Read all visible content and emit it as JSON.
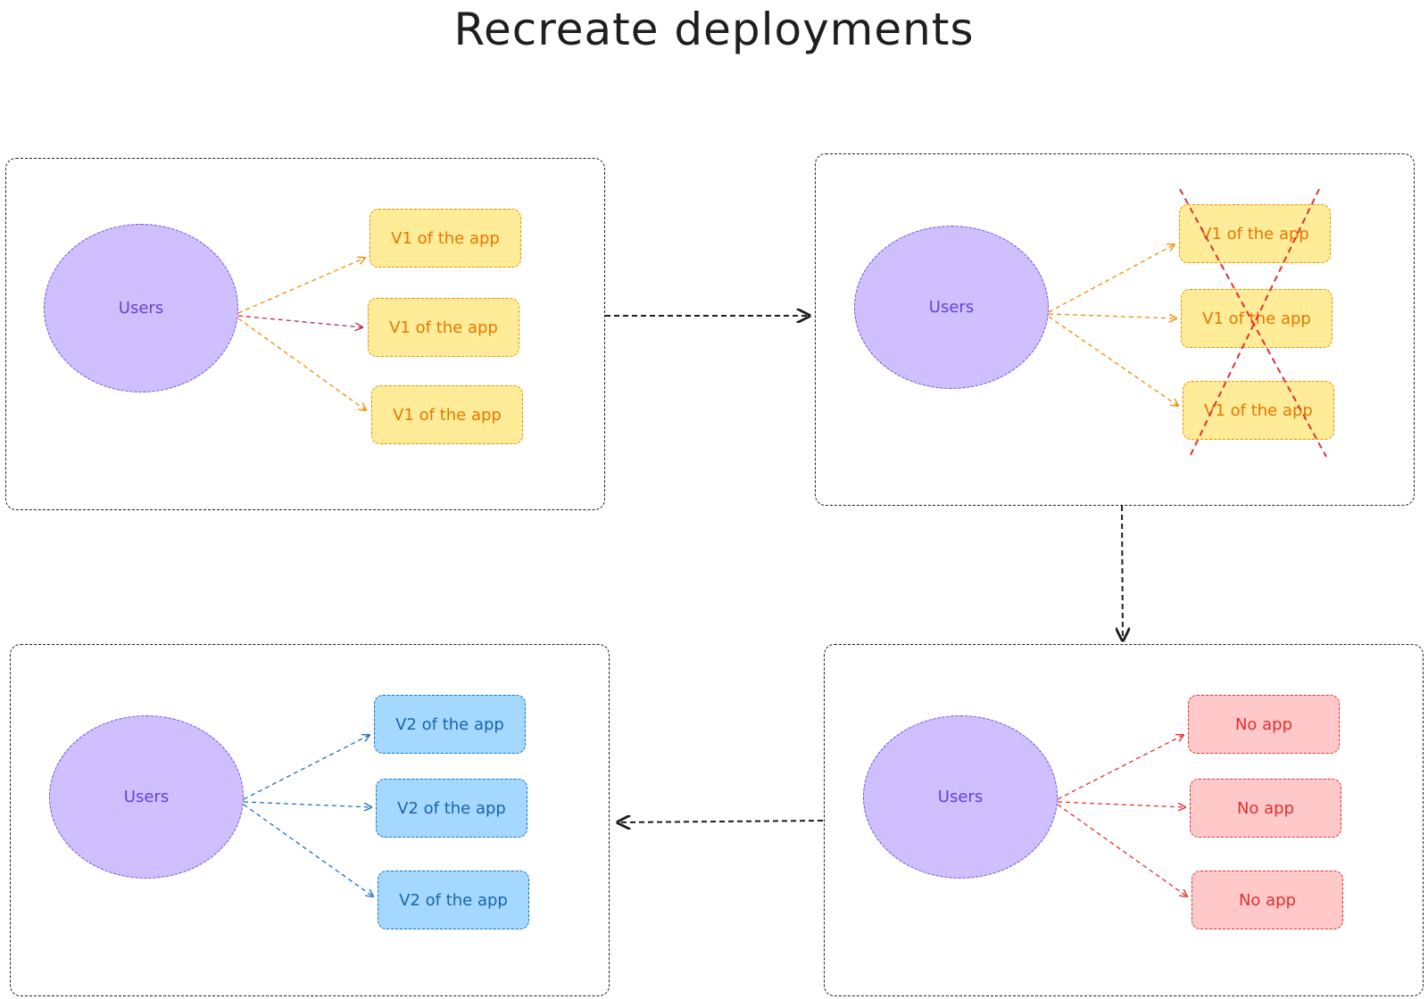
{
  "title": "Recreate deployments",
  "panel1": {
    "users_label": "Users",
    "boxes": [
      "V1 of the app",
      "V1 of the app",
      "V1 of the app"
    ]
  },
  "panel2": {
    "users_label": "Users",
    "boxes": [
      "V1 of the app",
      "V1 of the app",
      "V1 of the app"
    ]
  },
  "panel3": {
    "users_label": "Users",
    "boxes": [
      "No app",
      "No app",
      "No app"
    ]
  },
  "panel4": {
    "users_label": "Users",
    "boxes": [
      "V2 of the app",
      "V2 of the app",
      "V2 of the app"
    ]
  },
  "colors": {
    "users_fill": "#d0bfff",
    "v1_fill": "#ffec99",
    "v2_fill": "#a5d8ff",
    "no_app_fill": "#ffc9c9",
    "cross_out": "#e03131"
  }
}
